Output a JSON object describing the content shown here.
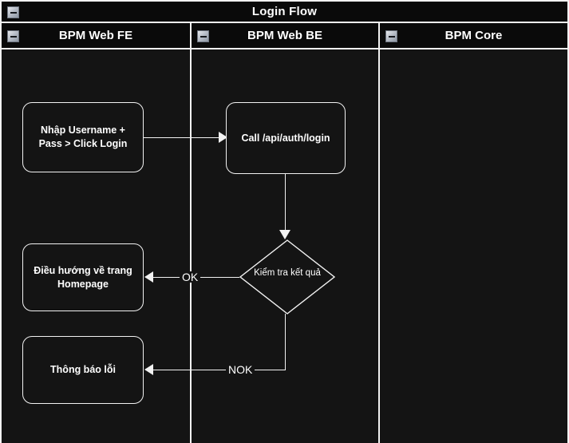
{
  "pool": {
    "title": "Login Flow",
    "collapse_icon": "minus-box-icon"
  },
  "lanes": [
    {
      "id": "fe",
      "label": "BPM Web FE",
      "collapse_icon": "minus-box-icon"
    },
    {
      "id": "be",
      "label": "BPM Web BE",
      "collapse_icon": "minus-box-icon"
    },
    {
      "id": "core",
      "label": "BPM Core",
      "collapse_icon": "minus-box-icon"
    }
  ],
  "nodes": {
    "login_input": {
      "type": "task",
      "label": "Nhập Username +\nPass > Click Login",
      "lane": "fe"
    },
    "call_api": {
      "type": "task",
      "label": "Call /api/auth/login",
      "lane": "be"
    },
    "check_result": {
      "type": "gateway",
      "label": "Kiểm tra kết quả",
      "lane": "be"
    },
    "goto_home": {
      "type": "task",
      "label": "Điều hướng về trang\nHomepage",
      "lane": "fe"
    },
    "show_error": {
      "type": "task",
      "label": "Thông báo lỗi",
      "lane": "fe"
    }
  },
  "edges": [
    {
      "from": "login_input",
      "to": "call_api",
      "label": ""
    },
    {
      "from": "call_api",
      "to": "check_result",
      "label": ""
    },
    {
      "from": "check_result",
      "to": "goto_home",
      "label": "OK"
    },
    {
      "from": "check_result",
      "to": "show_error",
      "label": "NOK"
    }
  ],
  "colors": {
    "canvas": "#141414",
    "band": "#0a0a0a",
    "stroke": "#f2f2f2",
    "text": "#ffffff"
  }
}
